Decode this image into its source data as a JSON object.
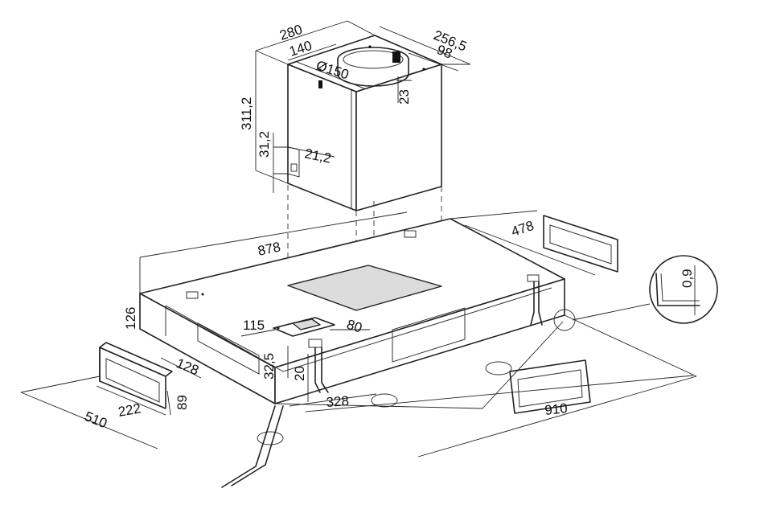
{
  "dimensions": {
    "chimney_width": "280",
    "chimney_inner_width": "140",
    "chimney_depth": "256,5",
    "chimney_offset": "98",
    "outlet_diameter": "Ø150",
    "outlet_height": "23",
    "chimney_height": "311,2",
    "bracket_height": "31,2",
    "bracket_offset": "21,2",
    "hood_length": "878",
    "hood_depth": "478",
    "hood_height": "126",
    "motor_width": "115",
    "motor_depth": "80",
    "motor_height": "32,5",
    "clip_height": "20",
    "duct_height": "128",
    "duct_width": "222",
    "duct_inner": "89",
    "overall_depth": "510",
    "center_offset": "328",
    "overall_length": "910",
    "detail_gap": "0,9"
  }
}
